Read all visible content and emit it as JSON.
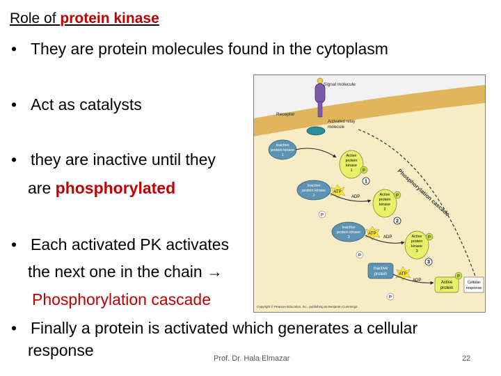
{
  "slide": {
    "title_prefix": "Role of ",
    "title_highlight": "protein kinase",
    "bullets": {
      "b1": "They are protein molecules found in the cytoplasm",
      "b2": "Act as catalysts",
      "b3_line1": "they are inactive until they",
      "b3_line2_prefix": "are ",
      "b3_line2_highlight": "phosphorylated",
      "b4_line1": "Each  activated PK activates",
      "b4_line2": "the next one in the chain →",
      "b4_line3": "Phosphorylation cascade",
      "b5_line1": "Finally a protein is activated which generates a cellular",
      "b5_line2": "response"
    },
    "bullet_symbol": "•",
    "footer_author": "Prof. Dr. Hala Elmazar",
    "page_number": "22"
  },
  "diagram": {
    "signal_molecule": "Signal molecule",
    "receptor": "Receptor",
    "relay_line1": "Activated relay",
    "relay_line2": "molecule",
    "inactive_pk1_l1": "Inactive",
    "inactive_pk1_l2": "protein kinase",
    "inactive_pk1_l3": "1",
    "active_pk1_l1": "Active",
    "active_pk1_l2": "protein",
    "active_pk1_l3": "kinase",
    "active_pk1_l4": "1",
    "inactive_pk2_l1": "Inactive",
    "inactive_pk2_l2": "protein kinase",
    "inactive_pk2_l3": "2",
    "active_pk2_l1": "Active",
    "active_pk2_l2": "protein",
    "active_pk2_l3": "kinase",
    "active_pk2_l4": "2",
    "inactive_pk3_l1": "Inactive",
    "inactive_pk3_l2": "protein kinase",
    "inactive_pk3_l3": "3",
    "active_pk3_l1": "Active",
    "active_pk3_l2": "protein",
    "active_pk3_l3": "kinase",
    "active_pk3_l4": "3",
    "inactive_protein_l1": "Inactive",
    "inactive_protein_l2": "protein",
    "active_protein_l1": "Active",
    "active_protein_l2": "protein",
    "cellular_response_l1": "Cellular",
    "cellular_response_l2": "response",
    "cascade_label": "Phosphorylation cascade",
    "atp": "ATP",
    "adp": "ADP",
    "phosphate": "P",
    "pi": "P",
    "step1": "1",
    "step2": "2",
    "step3": "3",
    "copyright": "Copyright © Pearson Education, Inc., publishing as Benjamin Cummings."
  },
  "colors": {
    "highlight": "#c00000",
    "membrane": "#e0b55c",
    "cytoplasm": "#f6ecc6",
    "active_kinase": "#e8f06a",
    "inactive_kinase": "#5f93b4",
    "receptor": "#7b5aa8",
    "relay": "#2a8f9a"
  }
}
